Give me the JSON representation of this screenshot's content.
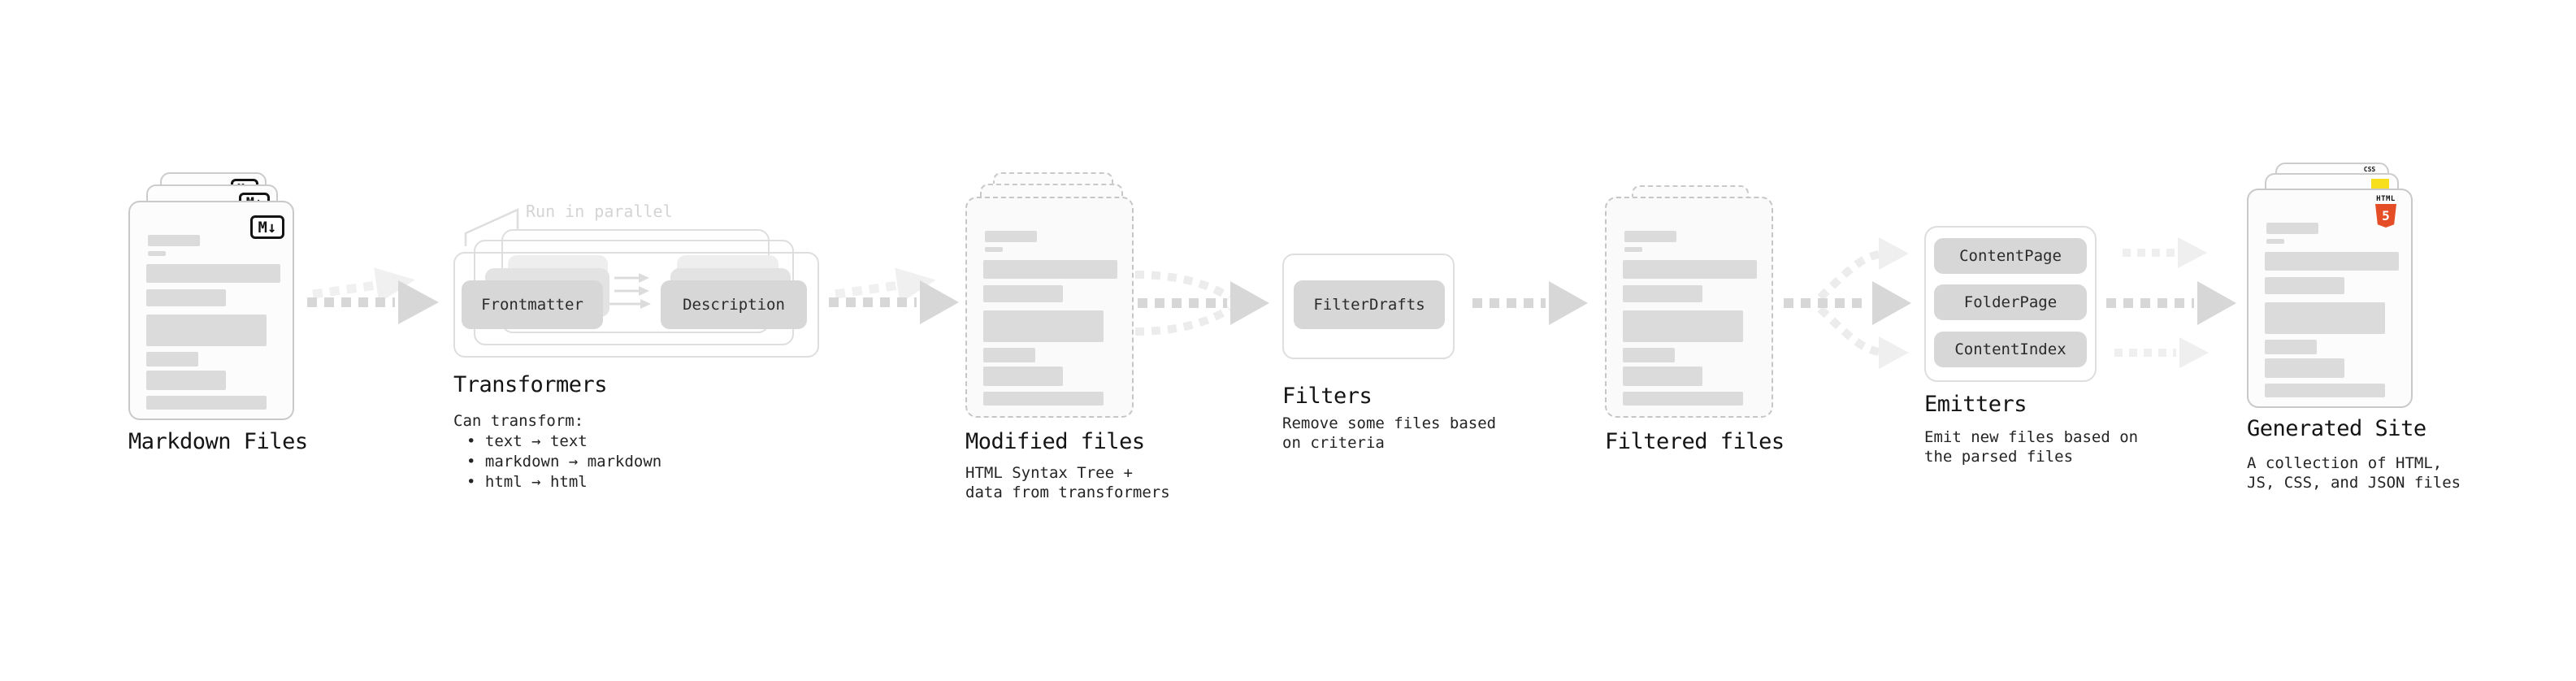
{
  "colors": {
    "arrow": "#d7d7d7",
    "arrow_light": "#efefef",
    "placeholder_bar": "#dbdbdb",
    "node_fill": "#d7d7d7",
    "html5_orange": "#e44d26",
    "js_yellow": "#f7df1e",
    "css_blue": "#2965f1"
  },
  "stages": {
    "markdown_files": {
      "label": "Markdown Files",
      "badge": "M↓"
    },
    "transformers": {
      "label": "Transformers",
      "annotation": "Run in parallel",
      "node_a": "Frontmatter",
      "node_b": "Description",
      "desc_title": "Can transform:",
      "bullets": [
        "• text → text",
        "• markdown → markdown",
        "• html → html"
      ]
    },
    "modified_files": {
      "label": "Modified files",
      "desc": "HTML Syntax Tree +\ndata from transformers"
    },
    "filters": {
      "label": "Filters",
      "node": "FilterDrafts",
      "desc": "Remove some files based\non criteria"
    },
    "filtered_files": {
      "label": "Filtered files"
    },
    "emitters": {
      "label": "Emitters",
      "nodes": [
        "ContentPage",
        "FolderPage",
        "ContentIndex"
      ],
      "desc": "Emit new files based on\nthe parsed files"
    },
    "generated_site": {
      "label": "Generated Site",
      "desc": "A collection of HTML,\nJS, CSS, and JSON files",
      "css_badge": "CSS",
      "html_badge_text": "HTML",
      "html_badge_numeral": "5"
    }
  }
}
